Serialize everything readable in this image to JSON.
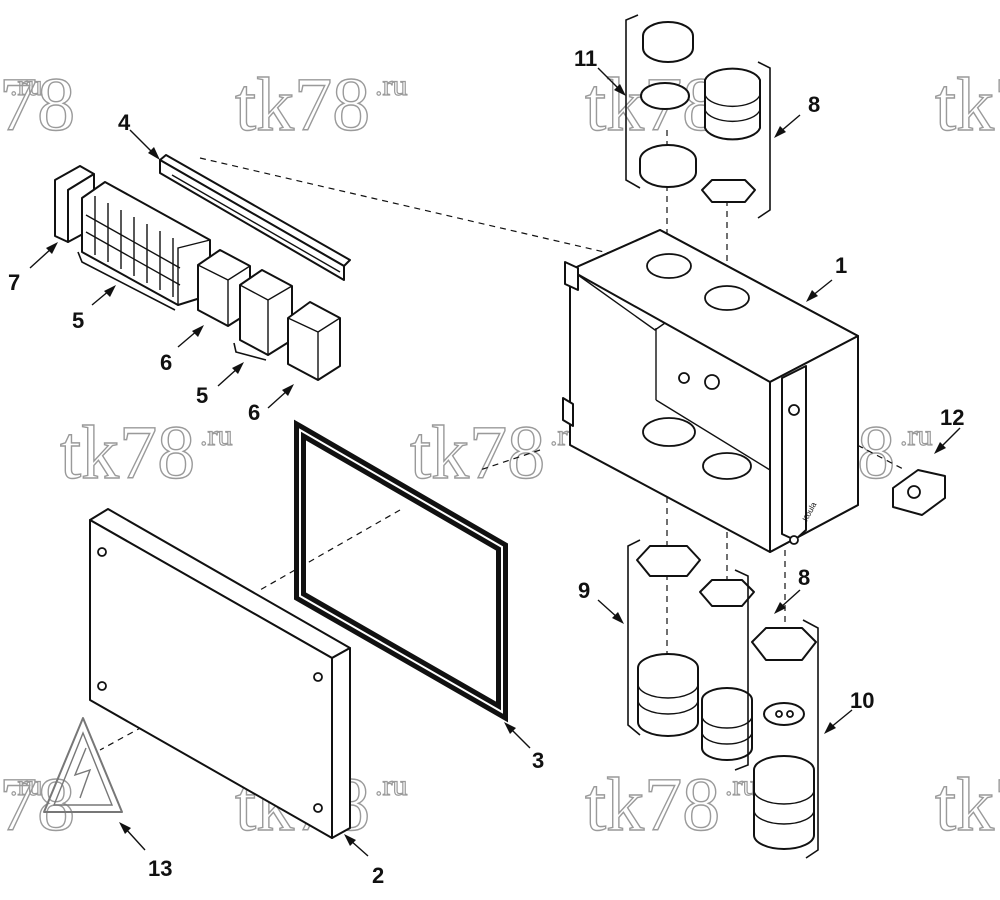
{
  "watermark": {
    "text": "tk78",
    "suffix": ".ru"
  },
  "brand_mark": "Koula",
  "callouts": [
    "1",
    "2",
    "3",
    "4",
    "5",
    "5",
    "6",
    "6",
    "7",
    "8",
    "8",
    "9",
    "10",
    "11",
    "12",
    "13"
  ]
}
